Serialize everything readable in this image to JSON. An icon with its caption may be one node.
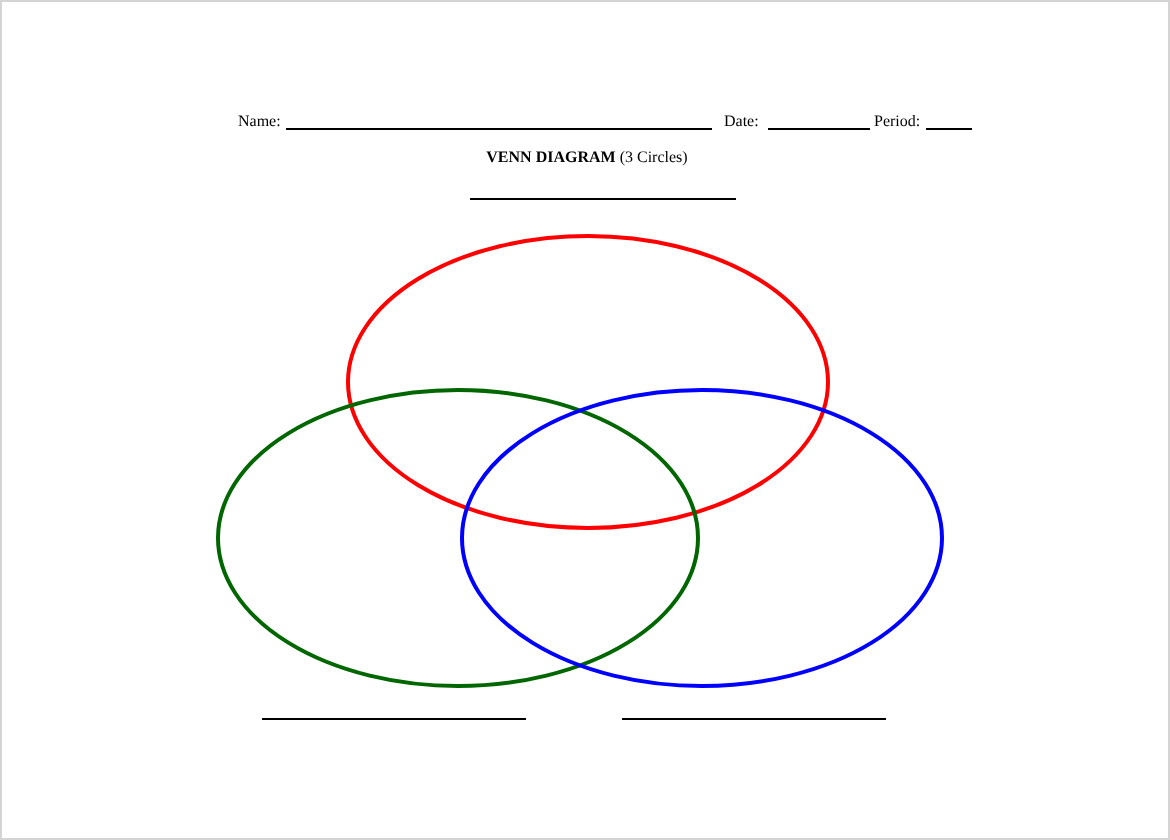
{
  "diagram": {
    "title": "**VENN DIAGRAM** (3 Circles)",
    "nodes": [
      {
        "text": [],
        "shape": "circle"
      },
      {
        "text": [],
        "shape": "circle"
      },
      {
        "text": [],
        "shape": "circle"
      }
    ],
    "labels": [
      "Name:",
      "Date:",
      "Period:"
    ]
  }
}
